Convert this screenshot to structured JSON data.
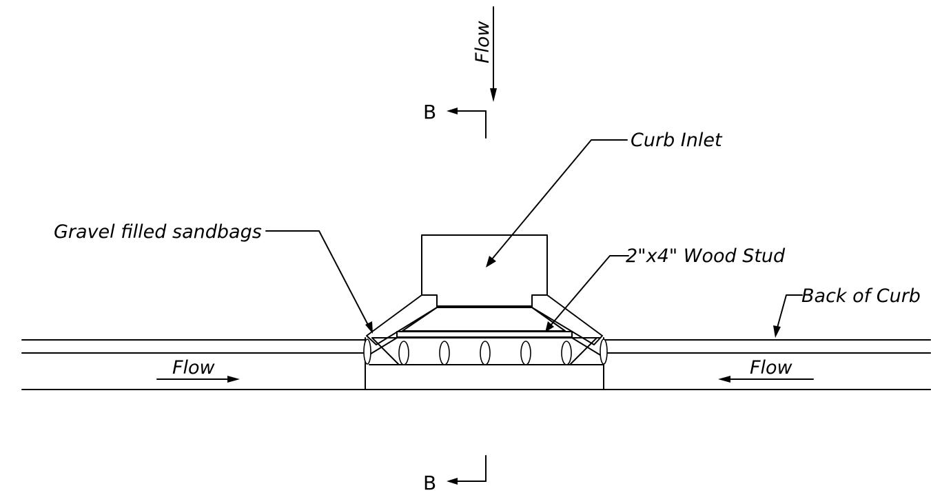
{
  "labels": {
    "flow_top": "Flow",
    "section_top": "B",
    "section_bottom": "B",
    "curb_inlet": "Curb Inlet",
    "gravel_sandbags": "Gravel filled sandbags",
    "wood_stud": "2\"x4\" Wood Stud",
    "back_of_curb": "Back of Curb",
    "flow_left": "Flow",
    "flow_right": "Flow"
  },
  "sandbag_count": 5,
  "colors": {
    "line": "#000000",
    "background": "#ffffff"
  }
}
